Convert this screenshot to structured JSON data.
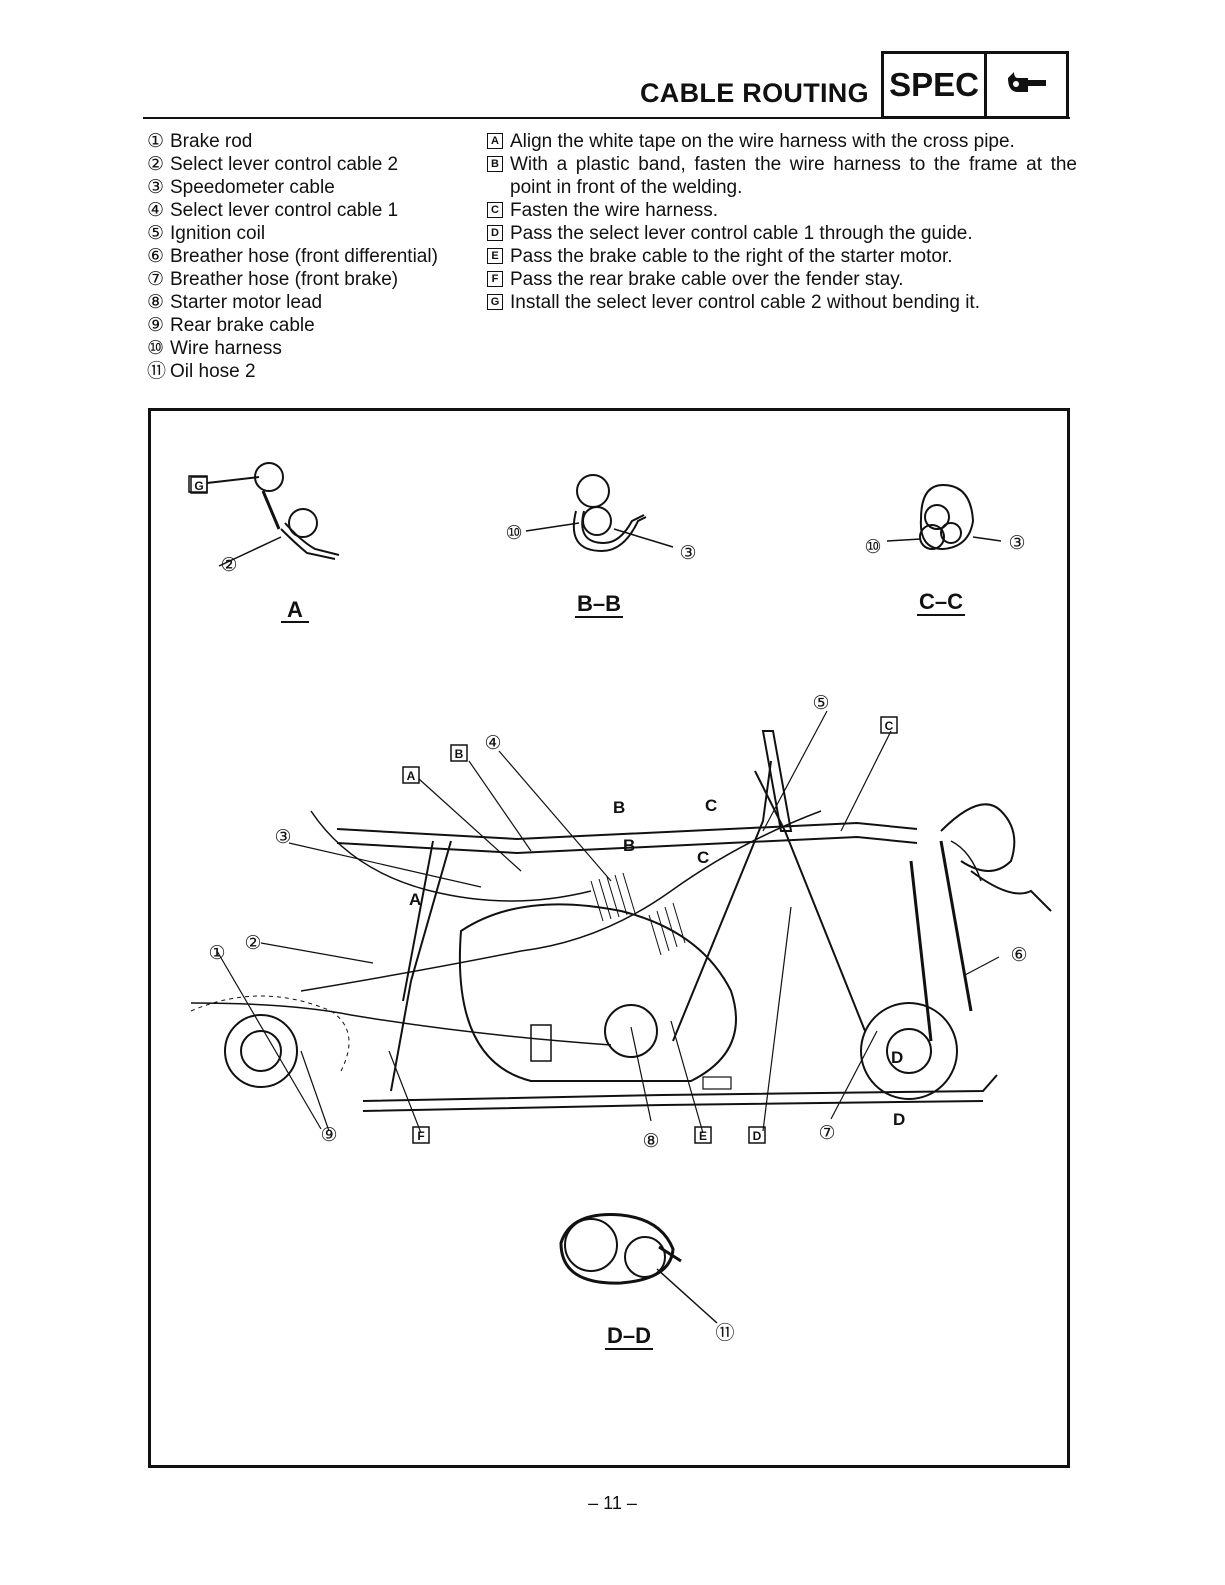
{
  "header": {
    "title": "CABLE ROUTING",
    "badge": "SPEC",
    "badge_icon": "wrench-icon"
  },
  "legend": [
    {
      "num": "①",
      "label": "Brake rod"
    },
    {
      "num": "②",
      "label": "Select lever control cable 2"
    },
    {
      "num": "③",
      "label": "Speedometer cable"
    },
    {
      "num": "④",
      "label": "Select lever control cable 1"
    },
    {
      "num": "⑤",
      "label": "Ignition coil"
    },
    {
      "num": "⑥",
      "label": "Breather hose (front differential)"
    },
    {
      "num": "⑦",
      "label": "Breather hose (front brake)"
    },
    {
      "num": "⑧",
      "label": "Starter motor lead"
    },
    {
      "num": "⑨",
      "label": "Rear brake cable"
    },
    {
      "num": "⑩",
      "label": "Wire harness"
    },
    {
      "num": "⑪",
      "label": "Oil hose 2"
    }
  ],
  "notes": [
    {
      "mark": "A",
      "text": "Align the white tape on the wire harness with the cross pipe."
    },
    {
      "mark": "B",
      "text": "With a plastic band, fasten the wire harness to the frame at the point in front of the welding."
    },
    {
      "mark": "C",
      "text": "Fasten the wire harness."
    },
    {
      "mark": "D",
      "text": "Pass the select lever control cable 1 through the guide."
    },
    {
      "mark": "E",
      "text": "Pass the brake cable to the right of the starter motor."
    },
    {
      "mark": "F",
      "text": "Pass the rear brake cable over the fender stay."
    },
    {
      "mark": "G",
      "text": "Install the select lever control cable 2 without bending it."
    }
  ],
  "diagram": {
    "detail_titles": [
      "A",
      "B–B",
      "C–C",
      "D–D"
    ],
    "callouts": {
      "n1": "①",
      "n2": "②",
      "n3": "③",
      "n4": "④",
      "n5": "⑤",
      "n6": "⑥",
      "n7": "⑦",
      "n8": "⑧",
      "n9": "⑨",
      "n10": "⑩",
      "n11": "⑪"
    },
    "section_marks": {
      "A": "A",
      "B": "B",
      "C": "C",
      "D": "D"
    },
    "box_marks": {
      "A": "A",
      "B": "B",
      "C": "C",
      "D": "D",
      "E": "E",
      "F": "F",
      "G": "G"
    }
  },
  "page_number": "– 11 –"
}
